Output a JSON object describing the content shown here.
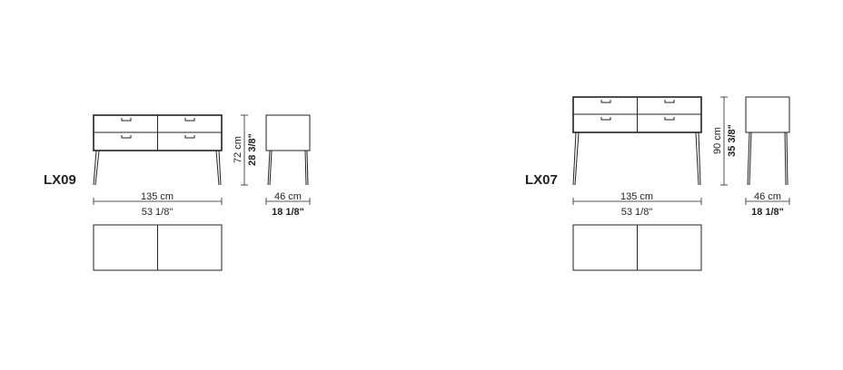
{
  "models": [
    {
      "code": "LX09",
      "width_cm": "135 cm",
      "width_in": "53 1/8\"",
      "depth_cm": "46 cm",
      "depth_in": "18 1/8\"",
      "height_cm": "72 cm",
      "height_in": "28 3/8\""
    },
    {
      "code": "LX07",
      "width_cm": "135 cm",
      "width_in": "53 1/8\"",
      "depth_cm": "46 cm",
      "depth_in": "18 1/8\"",
      "height_cm": "90 cm",
      "height_in": "35 3/8\""
    }
  ]
}
